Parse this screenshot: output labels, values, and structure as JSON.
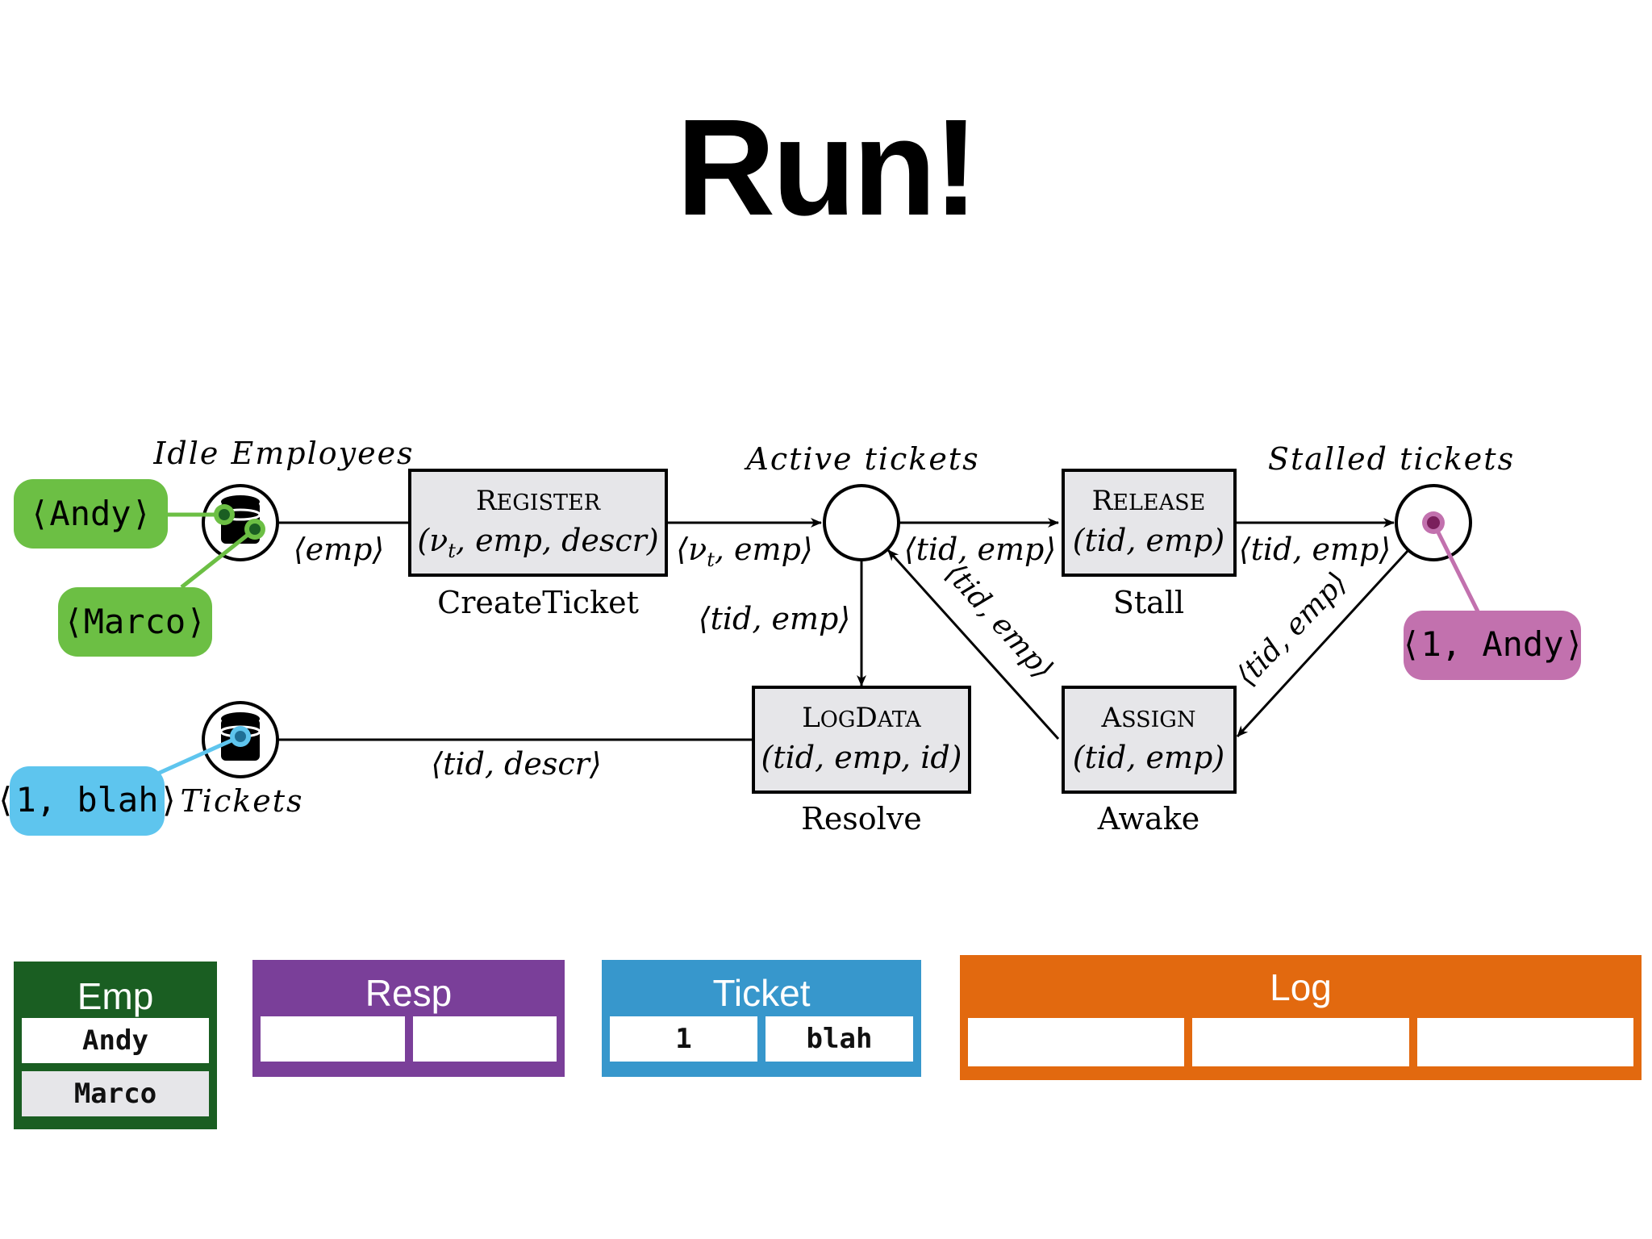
{
  "title": "Run!",
  "places": {
    "idle": "Idle Employees",
    "active": "Active tickets",
    "stalled": "Stalled tickets",
    "tickets": "Tickets"
  },
  "transitions": {
    "register": {
      "op_first": "R",
      "op_rest": "EGISTER",
      "args": "(ν<sub>t</sub>, emp, descr)",
      "name": "CreateTicket"
    },
    "release": {
      "op_first": "R",
      "op_rest": "ELEASE",
      "args": "(tid, emp)",
      "name": "Stall"
    },
    "logdata": {
      "op_first": "L",
      "op_mid": "OG",
      "op_d": "D",
      "op_rest": "ATA",
      "args": "(tid, emp, id)",
      "name": "Resolve"
    },
    "assign": {
      "op_first": "A",
      "op_rest": "SSIGN",
      "args": "(tid, emp)",
      "name": "Awake"
    }
  },
  "arcs": {
    "idle_to_register": "⟨emp⟩",
    "register_to_active": "⟨νt, emp⟩",
    "active_to_release": "⟨tid, emp⟩",
    "release_to_stalled": "⟨tid, emp⟩",
    "active_to_logdata": "⟨tid, emp⟩",
    "assign_to_active": "⟨tid, emp⟩",
    "stalled_to_assign": "⟨tid, emp⟩",
    "logdata_to_tickets": "⟨tid, descr⟩"
  },
  "tokens": {
    "andy": "⟨Andy⟩",
    "marco": "⟨Marco⟩",
    "ticket": "⟨1, blah⟩",
    "stalled": "⟨1, Andy⟩"
  },
  "colors": {
    "green": "#6cbf44",
    "purple_token": "#c271ae",
    "blue": "#5ec5ee",
    "emp_table": "#1a5e22",
    "resp_table": "#7a3f99",
    "ticket_table": "#3797cc",
    "log_table": "#e2690f"
  },
  "tables": {
    "emp": {
      "name": "Emp",
      "rows": [
        "Andy",
        "Marco"
      ]
    },
    "resp": {
      "name": "Resp",
      "cols": [
        "",
        ""
      ]
    },
    "ticket": {
      "name": "Ticket",
      "cols": [
        "1",
        "blah"
      ]
    },
    "log": {
      "name": "Log",
      "cols": [
        "",
        "",
        ""
      ]
    }
  }
}
